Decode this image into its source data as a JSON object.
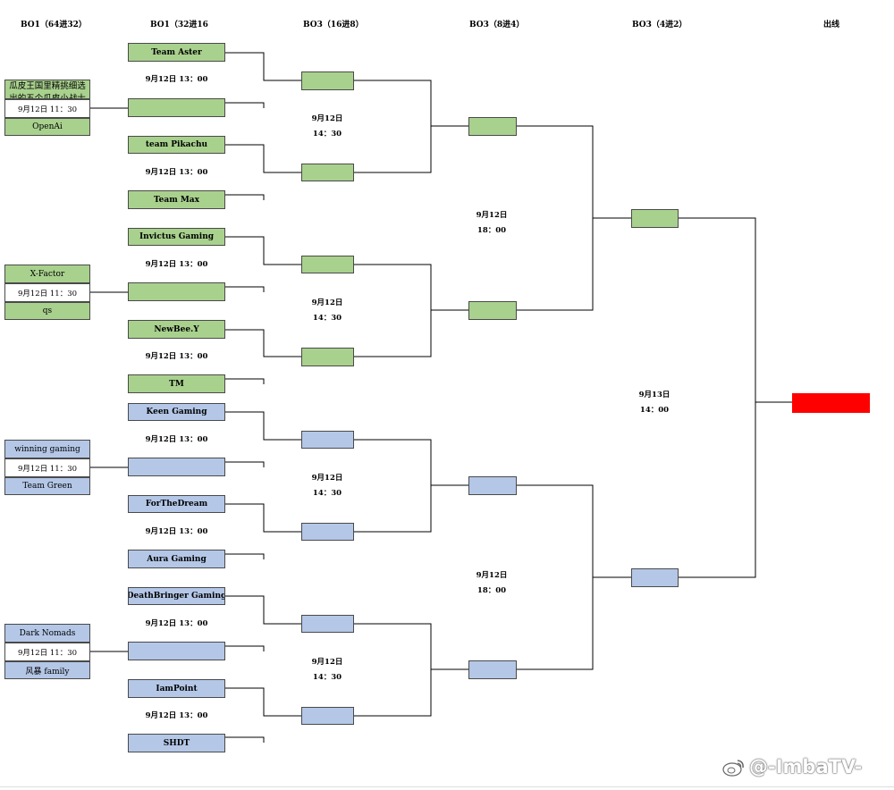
{
  "headers": {
    "r64": "BO1（64进32）",
    "r32": "BO1（32进16",
    "r16": "BO3（16进8）",
    "r8": "BO3（8进4）",
    "r4": "BO3（4进2）",
    "out": "出线"
  },
  "r64": [
    {
      "top": "瓜皮王国里精挑细选出的五个瓜皮小战士",
      "time": "9月12日 11：30",
      "bottom": "OpenAi"
    },
    {
      "top": "X-Factor",
      "time": "9月12日 11：30",
      "bottom": "qs"
    },
    {
      "top": "winning gaming",
      "time": "9月12日 11：30",
      "bottom": "Team Green"
    },
    {
      "top": "Dark Nomads",
      "time": "9月12日 11：30",
      "bottom": "风暴  family"
    }
  ],
  "r32": [
    {
      "top": "Team Aster",
      "time": "9月12日 13：00",
      "bottom": ""
    },
    {
      "top": "team Pikachu",
      "time": "9月12日 13：00",
      "bottom": "Team Max"
    },
    {
      "top": "Invictus Gaming",
      "time": "9月12日 13：00",
      "bottom": ""
    },
    {
      "top": "NewBee.Y",
      "time": "9月12日 13：00",
      "bottom": "TM"
    },
    {
      "top": "Keen Gaming",
      "time": "9月12日 13：00",
      "bottom": ""
    },
    {
      "top": "ForTheDream",
      "time": "9月12日 13：00",
      "bottom": "Aura Gaming"
    },
    {
      "top": "DeathBringer  Gaming",
      "time": "9月12日 13：00",
      "bottom": ""
    },
    {
      "top": "IamPoint",
      "time": "9月12日 13：00",
      "bottom": "SHDT"
    }
  ],
  "r16_times": [
    {
      "date": "9月12日",
      "clock": "14：30"
    },
    {
      "date": "9月12日",
      "clock": "14：30"
    },
    {
      "date": "9月12日",
      "clock": "14：30"
    },
    {
      "date": "9月12日",
      "clock": "14：30"
    }
  ],
  "r8_times": [
    {
      "date": "9月12日",
      "clock": "18：00"
    },
    {
      "date": "9月12日",
      "clock": "18：00"
    }
  ],
  "r4_time": {
    "date": "9月13日",
    "clock": "14：00"
  },
  "watermark": "@-ImbaTV-",
  "colors": {
    "green": "#a9d18e",
    "blue": "#b4c7e7",
    "final": "#ff0000"
  }
}
